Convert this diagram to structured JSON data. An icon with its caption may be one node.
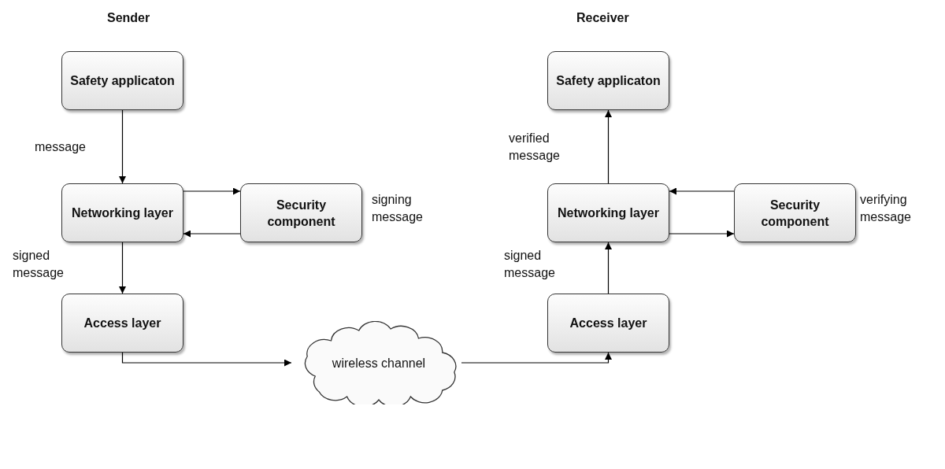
{
  "diagram": {
    "nodes": [
      {
        "text": [
          "Safety applicaton"
        ]
      },
      {
        "text": [
          "Networking layer"
        ]
      },
      {
        "text": [
          "Security component"
        ],
        "beside": [
          "signing message"
        ]
      },
      {
        "text": [
          "Access layer"
        ]
      },
      {
        "text": [
          "wireless channel"
        ]
      },
      {
        "text": [
          "Safety applicaton"
        ]
      },
      {
        "text": [
          "Networking layer"
        ]
      },
      {
        "text": [
          "Security component"
        ],
        "beside": [
          "verifying message"
        ]
      },
      {
        "text": [
          "Access layer"
        ]
      }
    ],
    "edges": [
      {
        "from": 0,
        "to": 1,
        "arrow": "to",
        "label": "message"
      },
      {
        "from": 1,
        "to": 2,
        "arrow": "to"
      },
      {
        "from": 2,
        "to": 1,
        "arrow": "to"
      },
      {
        "from": 1,
        "to": 3,
        "arrow": "to",
        "label": "signed message"
      },
      {
        "from": 3,
        "to": 4,
        "arrow": "to"
      },
      {
        "from": 4,
        "to": 8,
        "arrow": "to"
      },
      {
        "from": 8,
        "to": 6,
        "arrow": "to",
        "label": "signed message"
      },
      {
        "from": 6,
        "to": 5,
        "arrow": "to",
        "label": "verified message"
      },
      {
        "from": 7,
        "to": 6,
        "arrow": "to"
      },
      {
        "from": 6,
        "to": 7,
        "arrow": "to"
      }
    ],
    "labels": [
      "Sender",
      "Receiver"
    ]
  }
}
